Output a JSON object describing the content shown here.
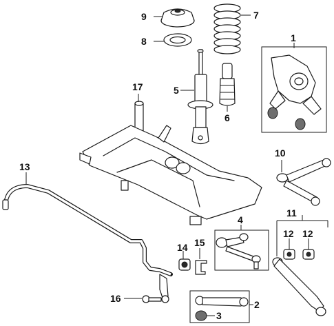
{
  "callouts": {
    "c1": "1",
    "c2": "2",
    "c3": "3",
    "c4": "4",
    "c5": "5",
    "c6": "6",
    "c7": "7",
    "c8": "8",
    "c9": "9",
    "c10": "10",
    "c11": "11",
    "c12a": "12",
    "c12b": "12",
    "c13": "13",
    "c14": "14",
    "c15": "15",
    "c16": "16",
    "c17": "17"
  },
  "colors": {
    "line": "#1a1a1a",
    "fill": "#ffffff",
    "shade": "#6e6e6e"
  }
}
